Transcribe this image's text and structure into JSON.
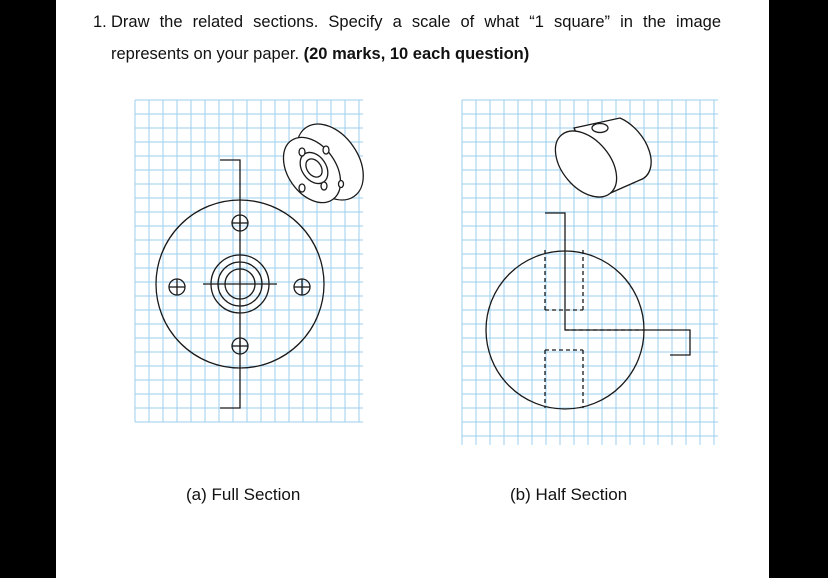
{
  "question": {
    "number": "1.",
    "text": "Draw the related sections.  Specify a scale of what “1 square” in the image represents on your paper.",
    "marks": "(20 marks, 10 each question)"
  },
  "captions": {
    "a": "(a)  Full Section",
    "b": "(b) Half Section"
  },
  "colors": {
    "grid": "#9ccfee",
    "ink": "#1a1a1a",
    "frame": "#000000"
  }
}
